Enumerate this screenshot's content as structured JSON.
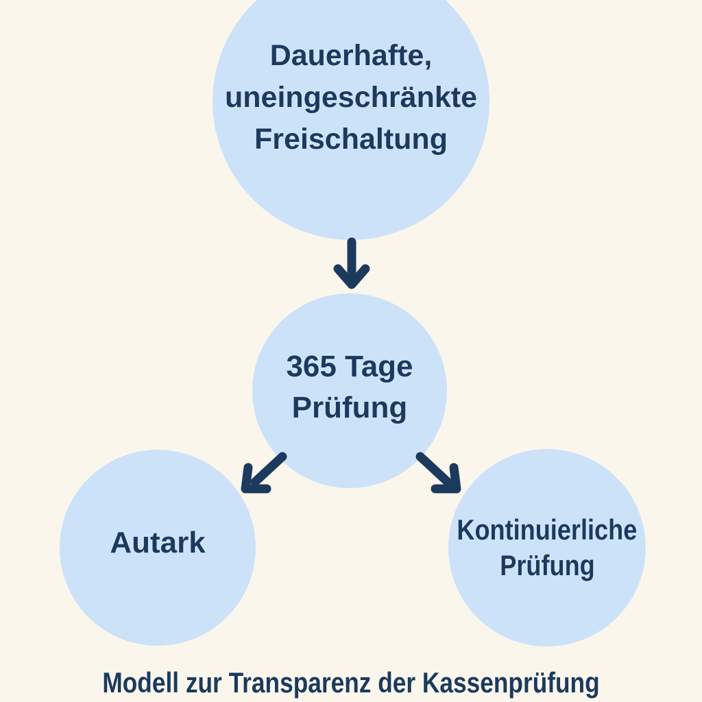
{
  "colors": {
    "background": "#fbf6ec",
    "circle": "#cce2f8",
    "text": "#1b3a5e",
    "arrow": "#1c3a5e"
  },
  "diagram": {
    "top_circle": {
      "lines": [
        "Dauerhafte,",
        "uneingeschränkte",
        "Freischaltung"
      ]
    },
    "middle_circle": {
      "lines": [
        "365 Tage",
        "Prüfung"
      ]
    },
    "left_circle": {
      "lines": [
        "Autark"
      ]
    },
    "right_circle": {
      "lines": [
        "Kontinuierliche",
        "Prüfung"
      ]
    },
    "caption": "Modell zur Transparenz der Kassenprüfung"
  }
}
